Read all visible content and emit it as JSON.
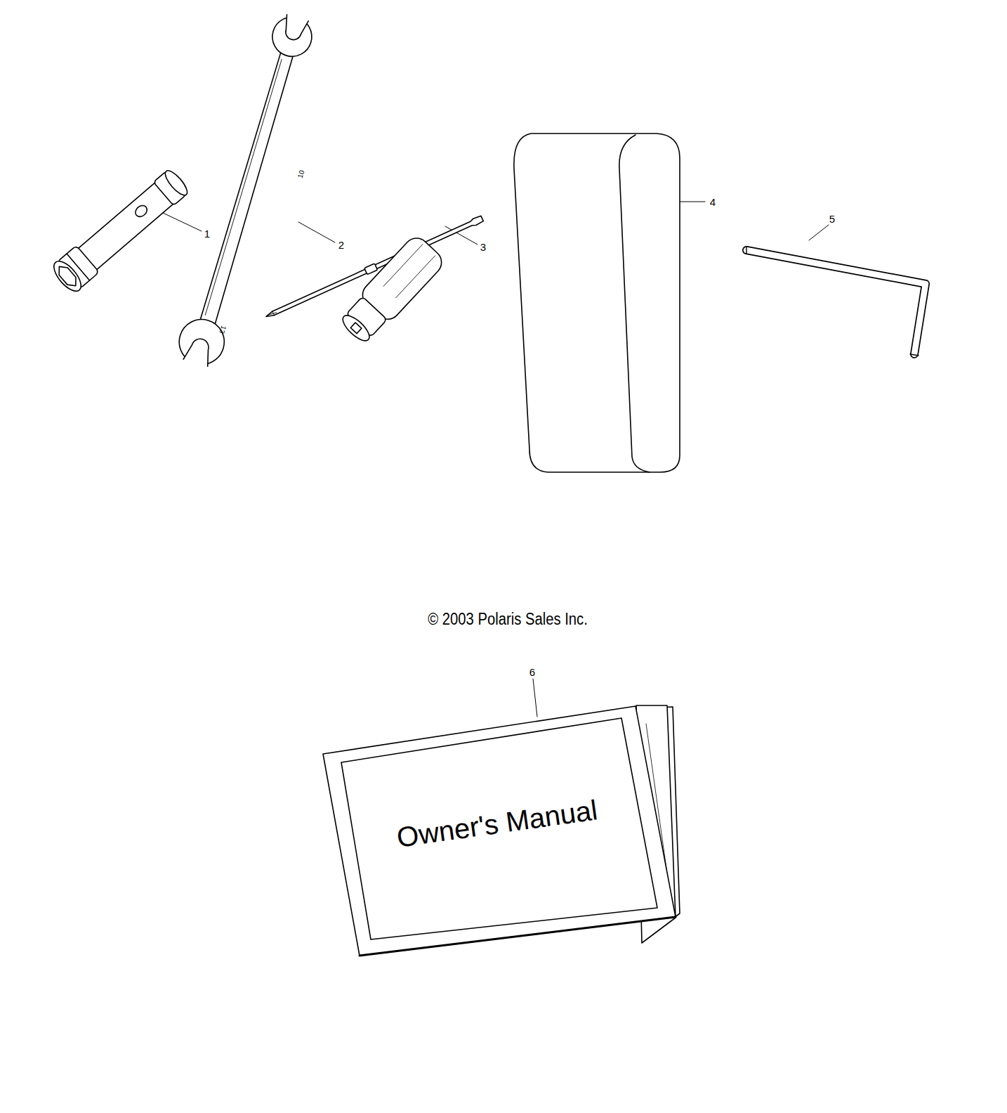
{
  "diagram": {
    "nodes": [
      {
        "text": [
          "Owner's Manual"
        ]
      }
    ],
    "labels": [
      "1",
      "2",
      "3",
      "4",
      "5",
      "10",
      "13",
      "© 2003 Polaris Sales Inc.",
      "6"
    ]
  }
}
